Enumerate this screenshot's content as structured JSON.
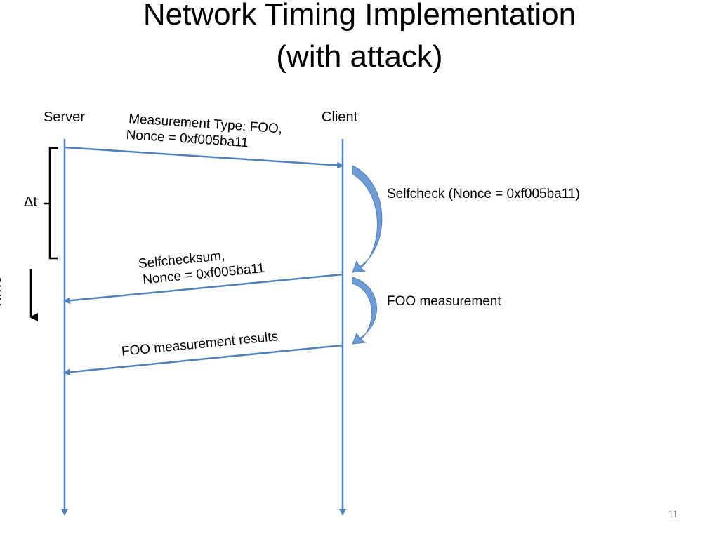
{
  "title": {
    "line1": "Network Timing Implementation",
    "line2": "(with attack)"
  },
  "actors": {
    "server": "Server",
    "client": "Client"
  },
  "messages": [
    {
      "line1": "Measurement Type: FOO,",
      "line2": "Nonce = 0xf005ba11",
      "from": "Server",
      "to": "Client"
    },
    {
      "line1": "Selfchecksum,",
      "line2": "Nonce = 0xf005ba11",
      "from": "Client",
      "to": "Server"
    },
    {
      "line1": "FOO measurement results",
      "from": "Client",
      "to": "Server"
    }
  ],
  "client_steps": [
    {
      "label": "Selfcheck (Nonce = 0xf005ba11)"
    },
    {
      "label": "FOO measurement"
    }
  ],
  "delta_label": "Δt",
  "time_label": "Time",
  "page_number": "11",
  "colors": {
    "lifeline": "#4f81bd",
    "curved_arrow": "#5b8fd1",
    "bracket": "#000000"
  }
}
